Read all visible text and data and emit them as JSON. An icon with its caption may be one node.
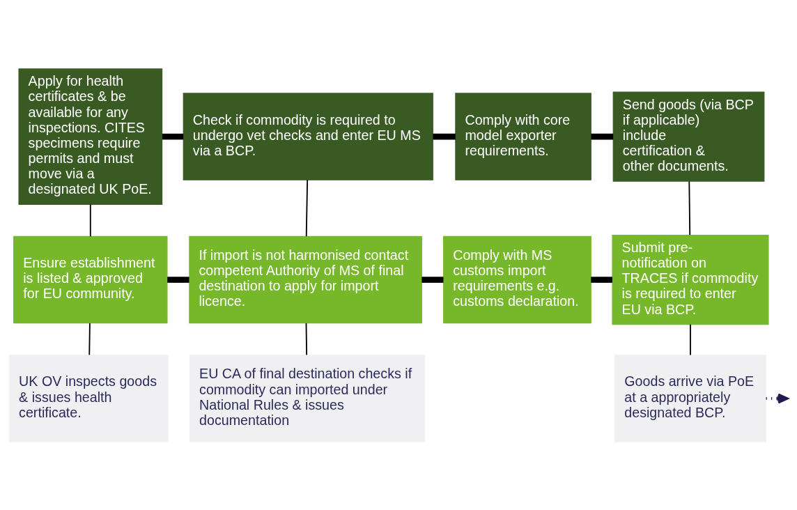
{
  "diagram": {
    "nodes": [
      {
        "text": [
          "Apply for health certificates & be available for any inspections. CITES specimens require permits and must move via a designated UK PoE."
        ]
      },
      {
        "text": [
          "Check if commodity is required to undergo vet checks and enter EU MS via a BCP."
        ]
      },
      {
        "text": [
          "Comply with core model exporter requirements."
        ]
      },
      {
        "text": [
          "Send goods (via BCP if applicable) include certification & other documents."
        ]
      },
      {
        "text": [
          "Ensure establishment is listed & approved for EU community."
        ]
      },
      {
        "text": [
          "If import is not harmonised contact competent Authority of MS of final destination to apply for import licence."
        ]
      },
      {
        "text": [
          "Comply with MS customs import requirements e.g. customs declaration."
        ]
      },
      {
        "text": [
          "Submit pre-notification on TRACES if commodity is required to enter EU via BCP."
        ]
      },
      {
        "text": [
          "UK OV inspects goods & issues health certificate."
        ]
      },
      {
        "text": [
          "EU CA of final destination checks if commodity can imported under National Rules & issues documentation"
        ]
      },
      {
        "text": [
          "Goods arrive via PoE at a appropriately designated BCP."
        ]
      }
    ],
    "edges": [
      {
        "from": 0,
        "to": 1,
        "arrow": "none",
        "style": "thick"
      },
      {
        "from": 1,
        "to": 2,
        "arrow": "none",
        "style": "thick"
      },
      {
        "from": 2,
        "to": 3,
        "arrow": "none",
        "style": "thick"
      },
      {
        "from": 0,
        "to": 4,
        "arrow": "none"
      },
      {
        "from": 1,
        "to": 5,
        "arrow": "none"
      },
      {
        "from": 3,
        "to": 7,
        "arrow": "none"
      },
      {
        "from": 4,
        "to": 5,
        "arrow": "none",
        "style": "thick"
      },
      {
        "from": 5,
        "to": 6,
        "arrow": "none",
        "style": "thick"
      },
      {
        "from": 6,
        "to": 7,
        "arrow": "none",
        "style": "thick"
      },
      {
        "from": 4,
        "to": 8,
        "arrow": "none"
      },
      {
        "from": 5,
        "to": 9,
        "arrow": "none"
      },
      {
        "from": 7,
        "to": 10,
        "arrow": "none"
      },
      {
        "from": 10,
        "to": null,
        "arrow": "to",
        "style": "dashed",
        "color": "#1f1a4f"
      }
    ]
  }
}
